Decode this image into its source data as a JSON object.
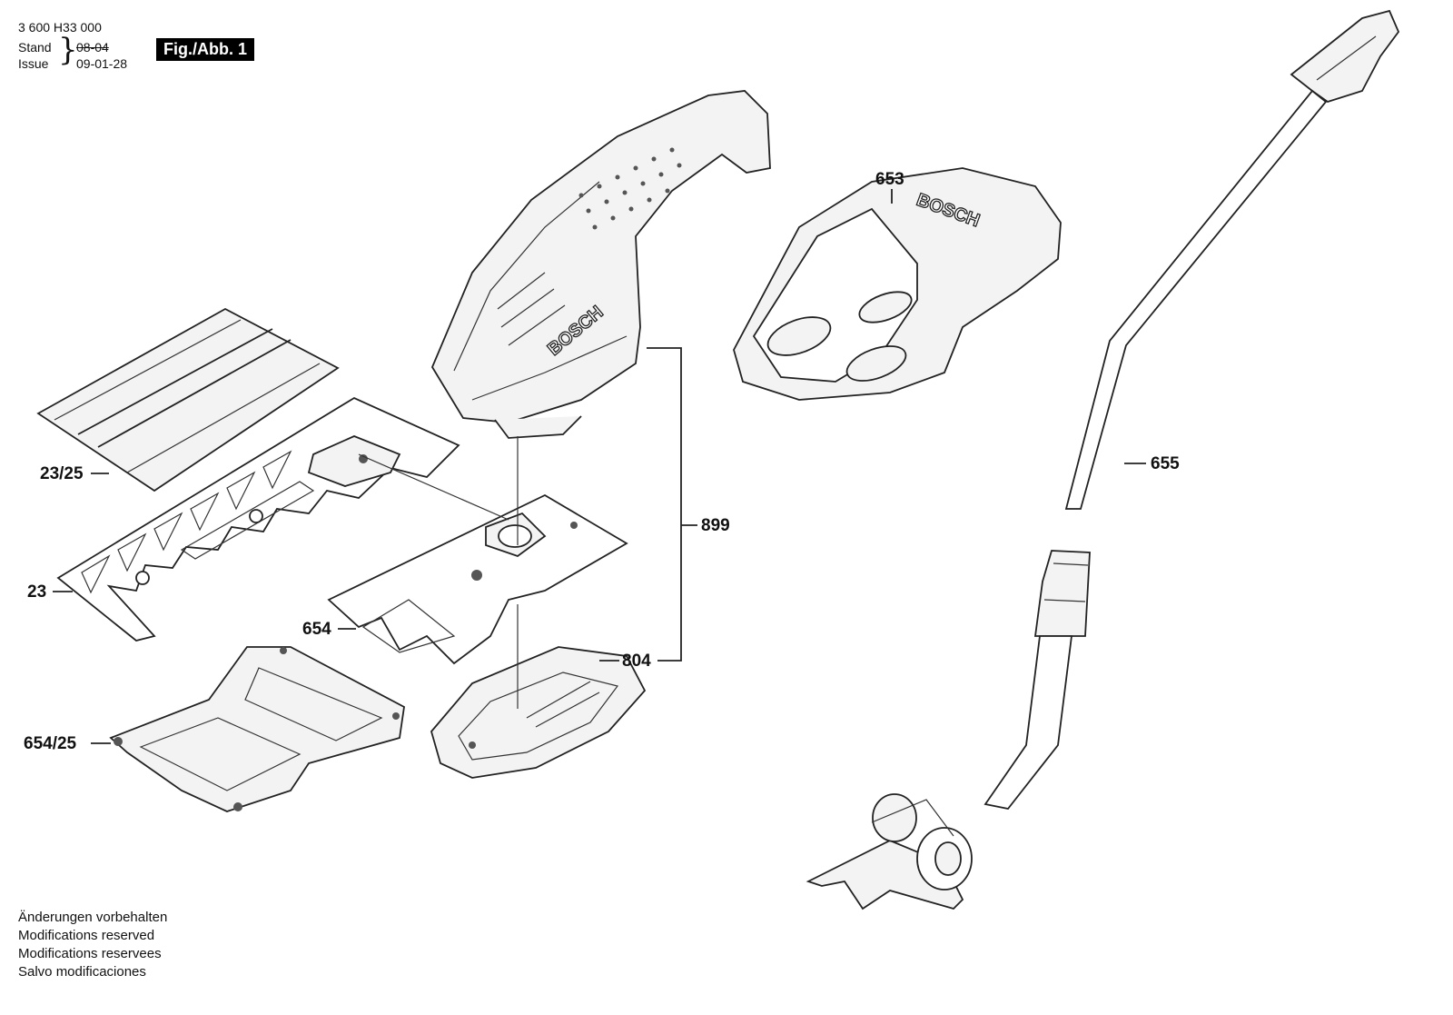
{
  "header": {
    "doc_number": "3 600 H33 000",
    "stand_label": "Stand",
    "stand_value": "08-04",
    "issue_label": "Issue",
    "issue_value": "09-01-28",
    "figure_label": "Fig./Abb. 1"
  },
  "footer": {
    "lines": [
      "Änderungen vorbehalten",
      "Modifications reserved",
      "Modifications reservees",
      "Salvo modificaciones"
    ]
  },
  "parts": {
    "p23_25": "23/25",
    "p23": "23",
    "p654": "654",
    "p654_25": "654/25",
    "p899": "899",
    "p804": "804",
    "p653": "653",
    "p655": "655"
  },
  "brand": "BOSCH",
  "colors": {
    "line": "#222222",
    "fill": "#f3f3f3",
    "label_box": "#000000"
  }
}
